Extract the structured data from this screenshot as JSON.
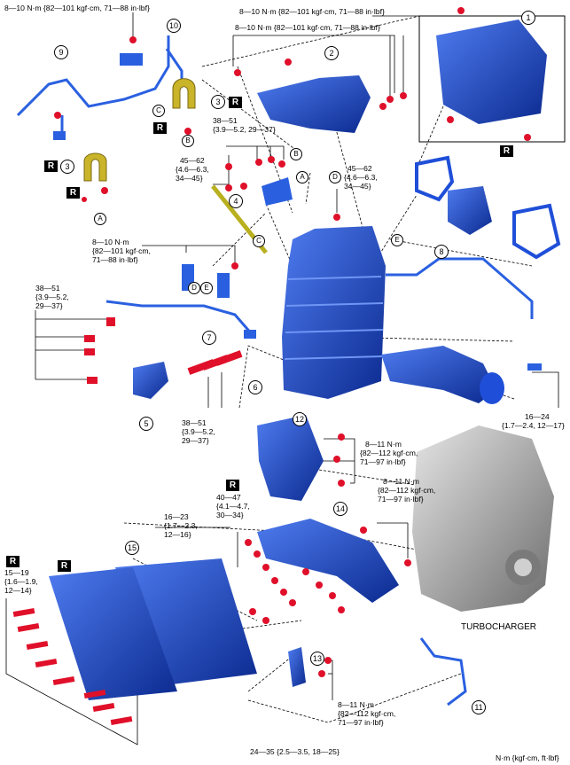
{
  "torque_labels": {
    "t1": "8—10 N·m {82—101 kgf·cm, 71—88 in·lbf}",
    "t2": "8—10 N·m {82—101 kgf·cm, 71—88 in·lbf}",
    "t3": "8—10 N·m {82—101 kgf·cm, 71—88 in·lbf}",
    "t4a": "38—51",
    "t4b": "{3.9—5.2, 29—37}",
    "t5a": "45—62",
    "t5b": "{4.6—6.3,",
    "t5c": "34—45}",
    "t6a": "45—62",
    "t6b": "{4.6—6.3,",
    "t6c": "34—45}",
    "t7a": "8—10 N·m",
    "t7b": "{82—101 kgf·cm,",
    "t7c": "71—88 in·lbf}",
    "t8a": "38—51",
    "t8b": "{3.9—5.2,",
    "t8c": "29—37}",
    "t9a": "38—51",
    "t9b": "{3.9—5.2,",
    "t9c": "29—37}",
    "t10a": "16—24",
    "t10b": "{1.7—2.4, 12—17}",
    "t11a": "8—11 N·m",
    "t11b": "{82—112 kgf·cm,",
    "t11c": "71—97 in·lbf}",
    "t12a": "8—11 N·m",
    "t12b": "{82—112 kgf·cm,",
    "t12c": "71—97 in·lbf}",
    "t13a": "40—47",
    "t13b": "{4.1—4.7,",
    "t13c": "30—34}",
    "t14a": "16—23",
    "t14b": "{1.7—2.3,",
    "t14c": "12—16}",
    "t15a": "15—19",
    "t15b": "{1.6—1.9,",
    "t15c": "12—14}",
    "t16a": "8—11 N·m",
    "t16b": "{82—112 kgf·cm,",
    "t16c": "71—97 in·lbf}",
    "t17": "24—35 {2.5—3.5, 18—25}"
  },
  "part_numbers": [
    "1",
    "2",
    "3",
    "3",
    "4",
    "5",
    "6",
    "7",
    "8",
    "9",
    "10",
    "11",
    "12",
    "13",
    "14",
    "15"
  ],
  "letter_refs": [
    "A",
    "A",
    "B",
    "B",
    "C",
    "C",
    "D",
    "D",
    "E",
    "E"
  ],
  "replace_mark": "R",
  "turbocharger_label": "TURBOCHARGER",
  "unit_legend": "N·m {kgf·cm, ft·lbf}",
  "colors": {
    "part_blue": "#1f4fd8",
    "part_dark": "#0b2a8f",
    "bolt_red": "#e0102a",
    "gasket_yellow": "#c9b42a",
    "turbo_gray": "#a8a8a8"
  }
}
